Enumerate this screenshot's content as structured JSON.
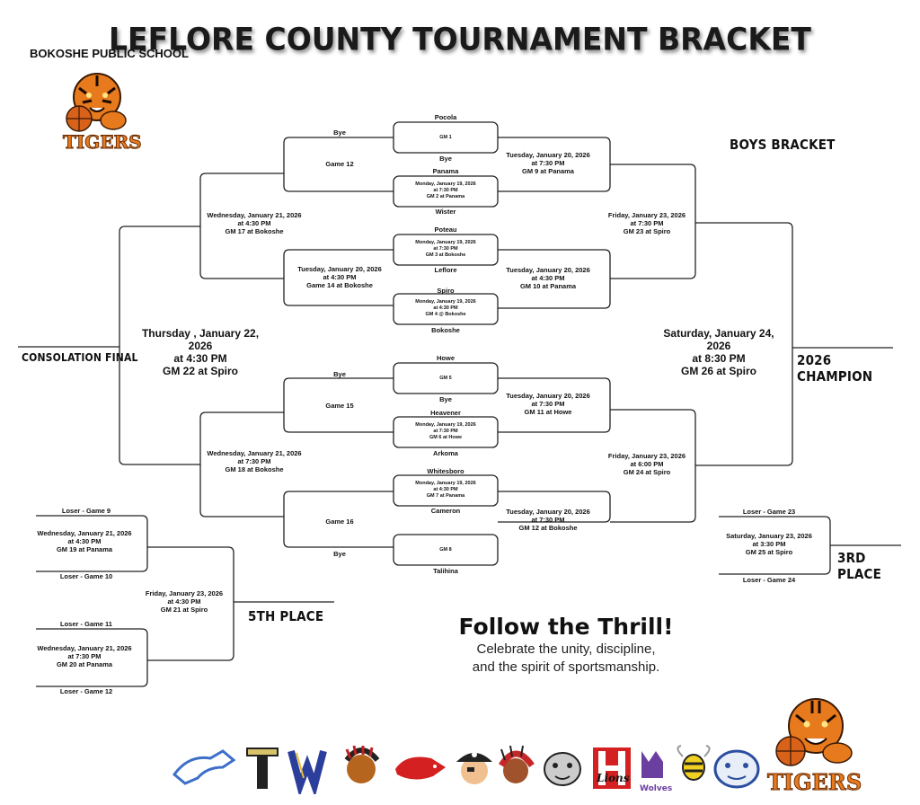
{
  "header": {
    "title": "LEFLORE COUNTY TOURNAMENT BRACKET",
    "school": "BOKOSHE PUBLIC SCHOOL",
    "logo_text": "TIGERS"
  },
  "sections": {
    "boys_bracket": "BOYS BRACKET",
    "consolation_final": "CONSOLATION FINAL",
    "champion": "2026 CHAMPION",
    "third_place": "3RD PLACE",
    "fifth_place": "5TH PLACE"
  },
  "round1": {
    "pocola": "Pocola",
    "gm1": "GM 1",
    "bye1": "Bye",
    "panama": "Panama",
    "gm2": [
      "Monday, January 19, 2026",
      "at 7:30 PM",
      "GM 2 at Panama"
    ],
    "wister": "Wister",
    "poteau": "Poteau",
    "gm3": [
      "Monday, January 19, 2026",
      "at 7:30 PM",
      "GM 3 at Bokoshe"
    ],
    "leflore": "Leflore",
    "spiro": "Spiro",
    "gm4": [
      "Monday, January 19, 2026",
      "at 4:30 PM",
      "GM 4 @ Bokoshe"
    ],
    "bokoshe": "Bokoshe",
    "howe": "Howe",
    "gm5": "GM 5",
    "bye2": "Bye",
    "heavener": "Heavener",
    "gm6": [
      "Monday, January 19, 2026",
      "at 7:30 PM",
      "GM 6 at Howe"
    ],
    "arkoma": "Arkoma",
    "whitesboro": "Whitesboro",
    "gm7": [
      "Monday, January 19, 2026",
      "at 4:30 PM",
      "GM 7 at Panama"
    ],
    "cameron": "Cameron",
    "gm8": "GM 8",
    "talihina": "Talihina"
  },
  "consolation_left": {
    "bye_top": "Bye",
    "game12": "Game 12",
    "game14": [
      "Tuesday, January 20, 2026",
      "at 4:30 PM",
      "Game 14 at Bokoshe"
    ],
    "bye_mid": "Bye",
    "game15": "Game 15",
    "game16": "Game 16",
    "bye_bot": "Bye",
    "gm17": [
      "Wednesday, January 21, 2026",
      "at 4:30 PM",
      "GM 17 at Bokoshe"
    ],
    "gm18": [
      "Wednesday, January 21, 2026",
      "at 7:30 PM",
      "GM 18 at Bokoshe"
    ],
    "gm22": [
      "Thursday , January 22, 2026",
      "at 4:30 PM",
      "GM 22 at Spiro"
    ]
  },
  "winners_right": {
    "gm9": [
      "Tuesday, January 20, 2026",
      "at 7:30 PM",
      "GM 9 at Panama"
    ],
    "gm10": [
      "Tuesday, January 20, 2026",
      "at 4:30 PM",
      "GM 10 at Panama"
    ],
    "gm11": [
      "Tuesday, January 20, 2026",
      "at 7:30 PM",
      "GM 11 at Howe"
    ],
    "gm12": [
      "Tuesday, January 20, 2026",
      "at 7:30 PM",
      "GM 12 at Bokoshe"
    ],
    "gm23": [
      "Friday, January 23, 2026",
      "at 7:30 PM",
      "GM 23 at Spiro"
    ],
    "gm24": [
      "Friday, January 23, 2026",
      "at 6:00 PM",
      "GM 24 at Spiro"
    ],
    "gm26": [
      "Saturday, January 24, 2026",
      "at 8:30 PM",
      "GM 26 at Spiro"
    ]
  },
  "fifth": {
    "loser9": "Loser - Game 9",
    "gm19": [
      "Wednesday, January 21, 2026",
      "at 4:30 PM",
      "GM 19 at Panama"
    ],
    "loser10": "Loser - Game 10",
    "loser11": "Loser - Game 11",
    "gm20": [
      "Wednesday, January 21, 2026",
      "at 7:30 PM",
      "GM 20 at Panama"
    ],
    "loser12": "Loser - Game 12",
    "gm21": [
      "Friday, January 23, 2026",
      "at 4:30 PM",
      "GM 21 at Spiro"
    ]
  },
  "third": {
    "loser23": "Loser - Game 23",
    "gm25": [
      "Saturday, January 23, 2026",
      "at 3:30 PM",
      "GM 25 at Spiro"
    ],
    "loser24": "Loser - Game 24"
  },
  "promo": {
    "headline": "Follow the Thrill!",
    "line1": "Celebrate the unity, discipline,",
    "line2": "and the spirit of sportsmanship."
  },
  "colors": {
    "line": "#222222",
    "tiger_orange": "#e87a1e",
    "logo_brown": "#7a3a0c"
  },
  "team_logos": [
    "mustang-icon",
    "t-letter-icon",
    "w-letter-icon",
    "indian-head-icon",
    "razorback-icon",
    "pirate-icon",
    "chief-icon",
    "bulldog-icon",
    "lions-icon",
    "wolves-icon",
    "hornet-icon",
    "bulldog-blue-icon"
  ],
  "bottom_logo_text": "TIGERS"
}
